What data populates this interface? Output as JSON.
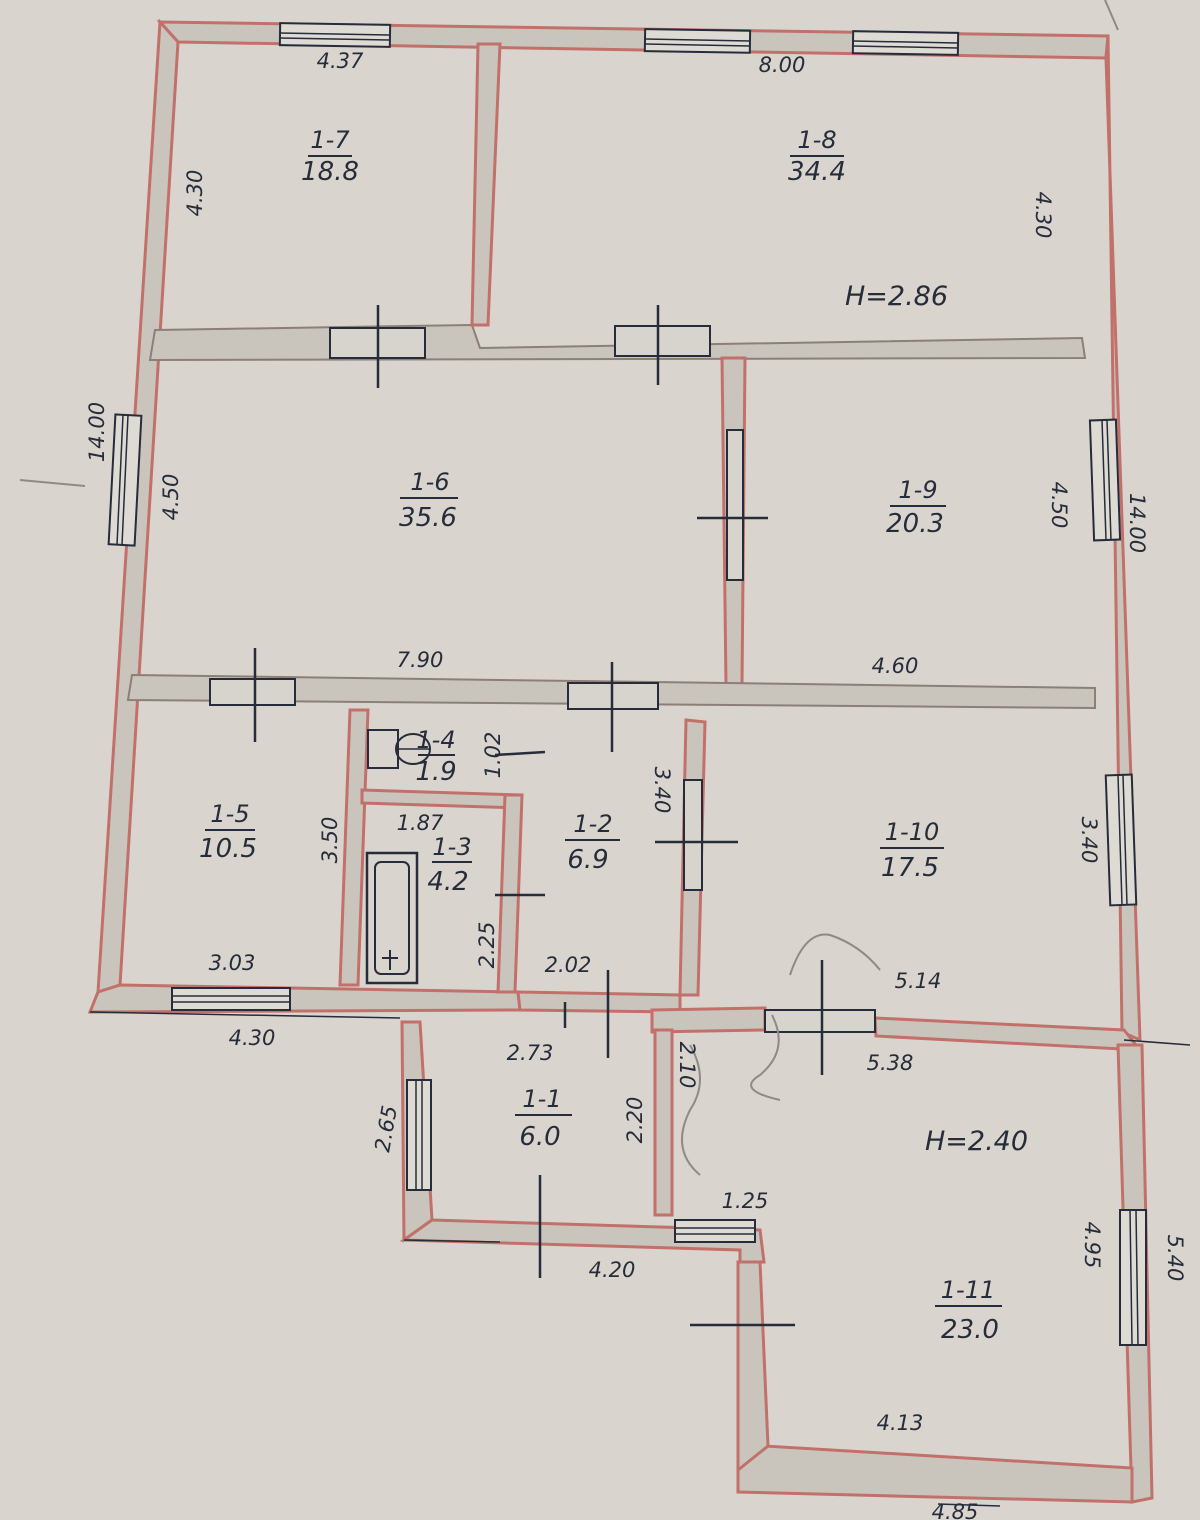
{
  "colors": {
    "paper": "#dcd9d2",
    "wall_fill": "#c9c5bd",
    "wall_stroke": "#c2706a",
    "ink": "#262c3a"
  },
  "rooms": [
    {
      "id": "1-7",
      "area": "18.8"
    },
    {
      "id": "1-8",
      "area": "34.4"
    },
    {
      "id": "1-6",
      "area": "35.6"
    },
    {
      "id": "1-9",
      "area": "20.3"
    },
    {
      "id": "1-5",
      "area": "10.5"
    },
    {
      "id": "1-4",
      "area": "1.9"
    },
    {
      "id": "1-3",
      "area": "4.2"
    },
    {
      "id": "1-2",
      "area": "6.9"
    },
    {
      "id": "1-10",
      "area": "17.5"
    },
    {
      "id": "1-1",
      "area": "6.0"
    },
    {
      "id": "1-11",
      "area": "23.0"
    }
  ],
  "dimensions": {
    "d_437": "4.37",
    "d_800": "8.00",
    "d_430_a": "4.30",
    "d_430_b": "4.30",
    "d_1400_left": "14.00",
    "d_1400_right": "14.00",
    "d_450_a": "4.50",
    "d_450_b": "4.50",
    "d_790": "7.90",
    "d_460": "4.60",
    "d_102": "1.02",
    "d_187": "1.87",
    "d_350": "3.50",
    "d_340_a": "3.40",
    "d_340_b": "3.40",
    "d_225": "2.25",
    "d_303": "3.03",
    "d_202": "2.02",
    "d_514": "5.14",
    "d_430_c": "4.30",
    "d_273": "2.73",
    "d_538": "5.38",
    "d_265": "2.65",
    "d_210": "2.10",
    "d_220": "2.20",
    "d_125": "1.25",
    "d_420": "4.20",
    "d_495": "4.95",
    "d_540": "5.40",
    "d_413": "4.13",
    "d_485": "4.85"
  },
  "heights": {
    "main": "H=2.86",
    "extension": "H=2.40"
  }
}
